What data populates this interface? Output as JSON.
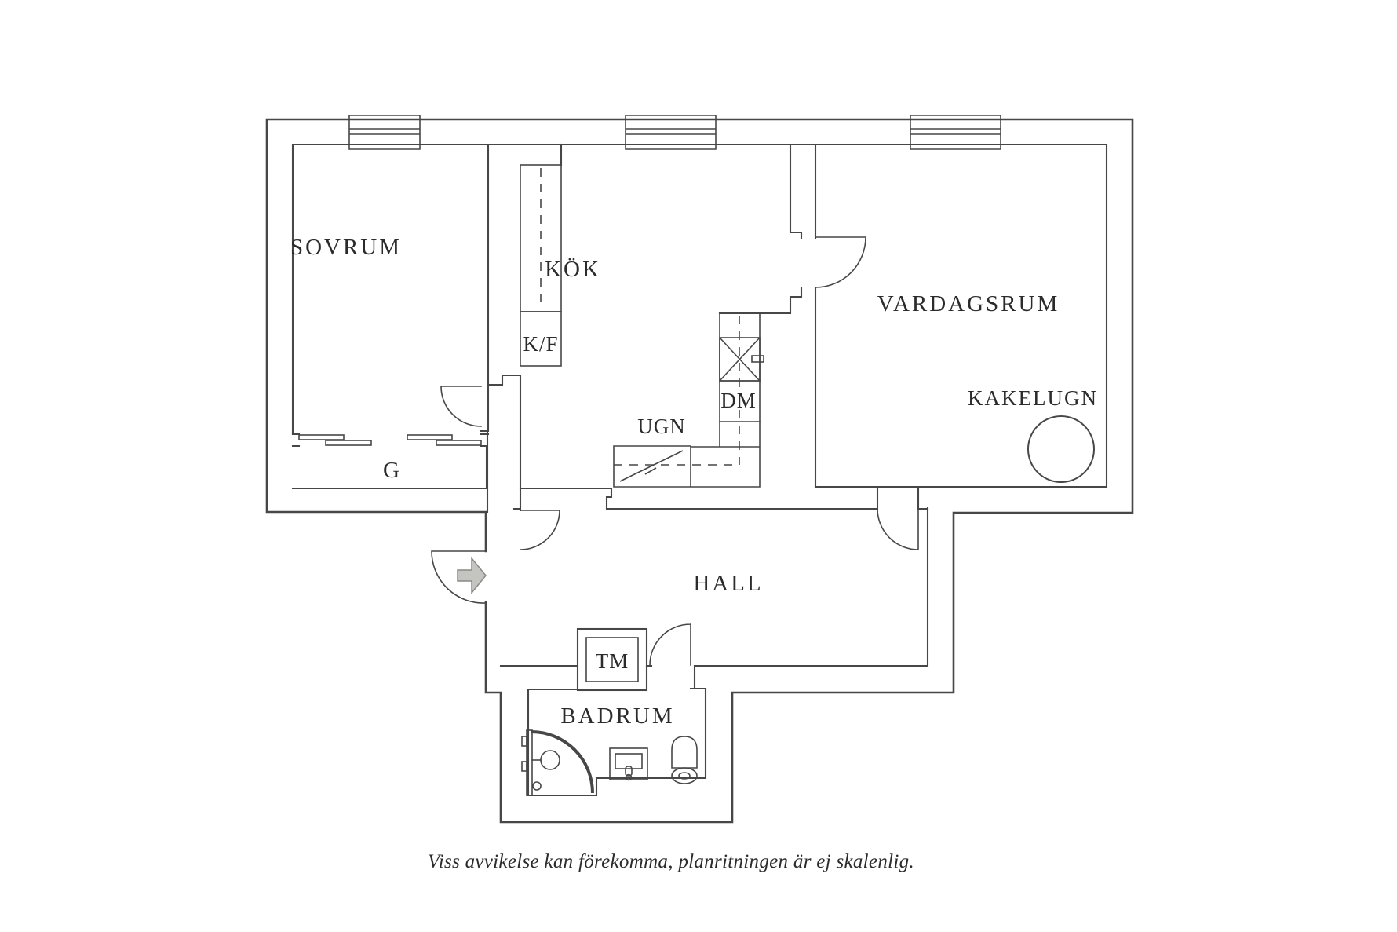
{
  "floorplan": {
    "labels": {
      "sovrum": "SOVRUM",
      "kok": "KÖK",
      "vardagsrum": "VARDAGSRUM",
      "kakelugn": "KAKELUGN",
      "hall": "HALL",
      "badrum": "BADRUM",
      "kf": "K/F",
      "dm": "DM",
      "ugn": "UGN",
      "tm": "TM",
      "g": "G"
    },
    "caption": "Viss avvikelse kan förekomma, planritningen är ej skalenlig.",
    "colors": {
      "wall": "#474747",
      "text": "#2b2b2b",
      "arrow_fill": "#c4c4c1",
      "arrow_stroke": "#8a8a88",
      "background": "#ffffff"
    }
  }
}
